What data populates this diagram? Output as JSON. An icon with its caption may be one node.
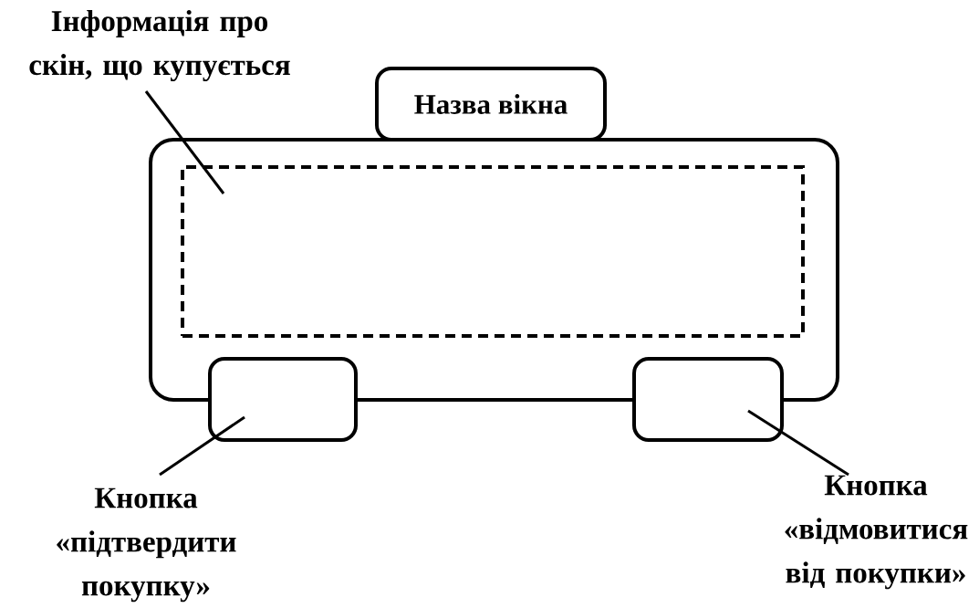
{
  "diagram": {
    "nodes": [
      {
        "text": [],
        "shape": "box"
      },
      {
        "text": [
          "Назва вікна"
        ]
      },
      {
        "text": [],
        "shape": "box",
        "in": 0
      },
      {
        "text": [],
        "shape": "box"
      },
      {
        "text": [],
        "shape": "box"
      },
      {
        "text": [
          "Інформація про скін, що купується"
        ]
      },
      {
        "text": [
          "Кнопка «підтвердити покупку»"
        ]
      },
      {
        "text": [
          "Кнопка «відмовитися від покупки»"
        ]
      }
    ],
    "edges": [
      {
        "from": 5,
        "to": 2,
        "arrow": "none"
      },
      {
        "from": 6,
        "to": 3,
        "arrow": "none"
      },
      {
        "from": 7,
        "to": 4,
        "arrow": "none"
      }
    ]
  }
}
